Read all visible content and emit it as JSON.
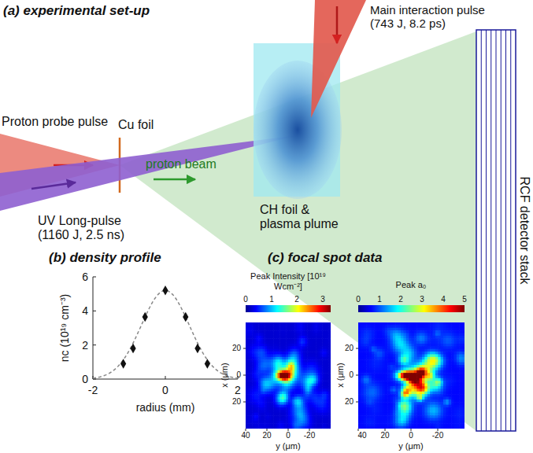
{
  "diagram": {
    "labels": [
      "(a) experimental set-up",
      "Proton probe pulse",
      "Cu foil",
      "proton beam",
      "Main interaction pulse (743 J, 8.2 ps)",
      "UV Long-pulse (1160 J, 2.5 ns)",
      "CH foil & plasma plume",
      "RCF detector stack",
      "(b) density profile",
      "nc (10¹⁹ cm⁻³)",
      "6",
      "4",
      "2",
      "0",
      "-2",
      "0",
      "2",
      "radius (mm)",
      "(c) focal spot data",
      "Peak Intensity [10¹⁹ Wcm⁻²]",
      "0",
      "1",
      "2",
      "3",
      "Peak a₀",
      "0",
      "1",
      "2",
      "3",
      "4",
      "5",
      "20",
      "0",
      "20",
      "x (μm)",
      "40",
      "20",
      "0",
      "-20",
      "y (μm)",
      "20",
      "0",
      "20",
      "x (μm)",
      "40",
      "20",
      "0",
      "-20",
      "y (μm)"
    ]
  }
}
